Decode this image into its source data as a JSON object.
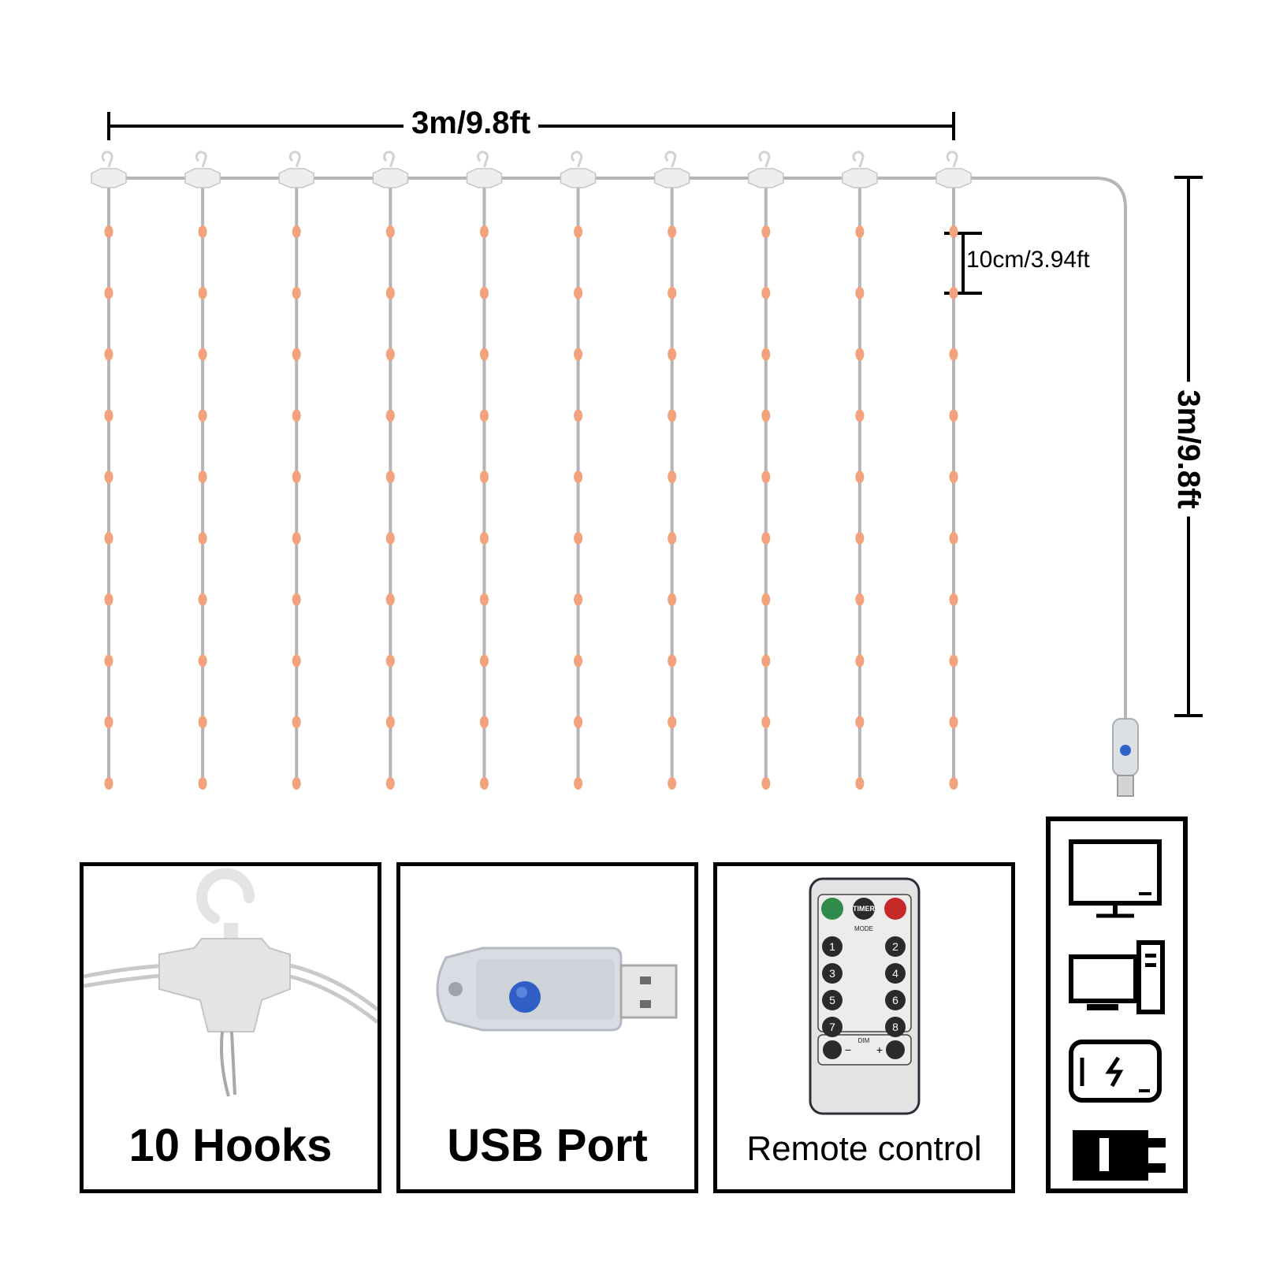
{
  "dimensions": {
    "width": "3m/9.8ft",
    "height": "3m/9.8ft",
    "spacing": "10cm/3.94ft"
  },
  "curtain": {
    "strand_count": 10,
    "bulbs_per_strand": 10,
    "wire_color": "#b5b5b5",
    "bulb_color": "#f3a27e",
    "hook_color": "#eeeeee"
  },
  "features": {
    "hooks_label": "10 Hooks",
    "usb_label": "USB Port",
    "remote_label": "Remote control"
  },
  "remote": {
    "top_buttons": [
      "TIMER"
    ],
    "mode_label": "MODE",
    "number_buttons": [
      "1",
      "2",
      "3",
      "4",
      "5",
      "6",
      "7",
      "8"
    ],
    "dim_label": "DIM",
    "minus": "−",
    "plus": "+"
  },
  "power_sources": [
    "monitor-icon",
    "desktop-computer-icon",
    "power-bank-icon",
    "wall-plug-adapter-icon"
  ]
}
